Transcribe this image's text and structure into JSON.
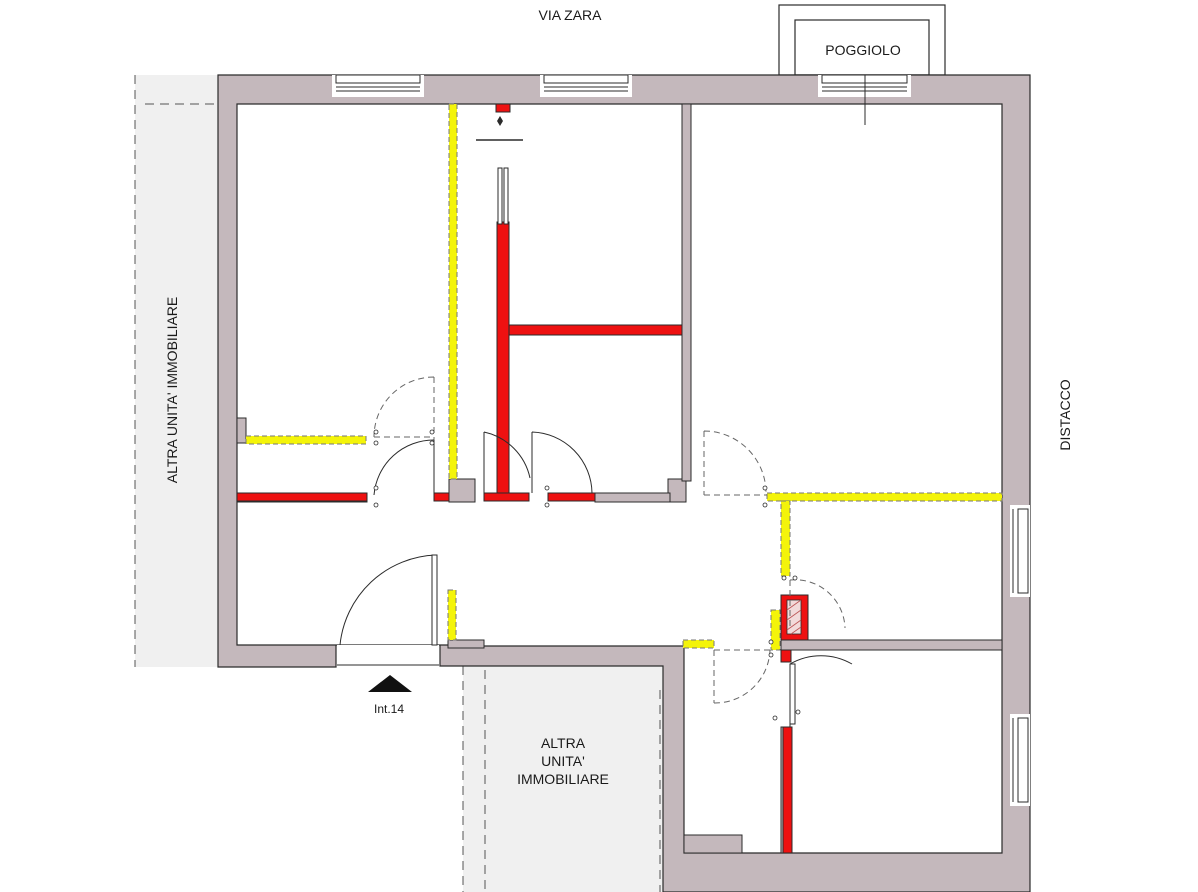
{
  "labels": {
    "street": "VIA ZARA",
    "balcony": "POGGIOLO",
    "neighbor_left": "ALTRA UNITA' IMMOBILIARE",
    "neighbor_bottom_1": "ALTRA",
    "neighbor_bottom_2": "UNITA'",
    "neighbor_bottom_3": "IMMOBILIARE",
    "detachment": "DISTACCO",
    "entrance": "Int.14"
  },
  "colors": {
    "masonry": "#c4b8bc",
    "outline": "#2b2b2b",
    "new_walls": "#ee1111",
    "demolished_walls": "#f4f40a",
    "neighbor_fill": "#f0f0f0"
  }
}
